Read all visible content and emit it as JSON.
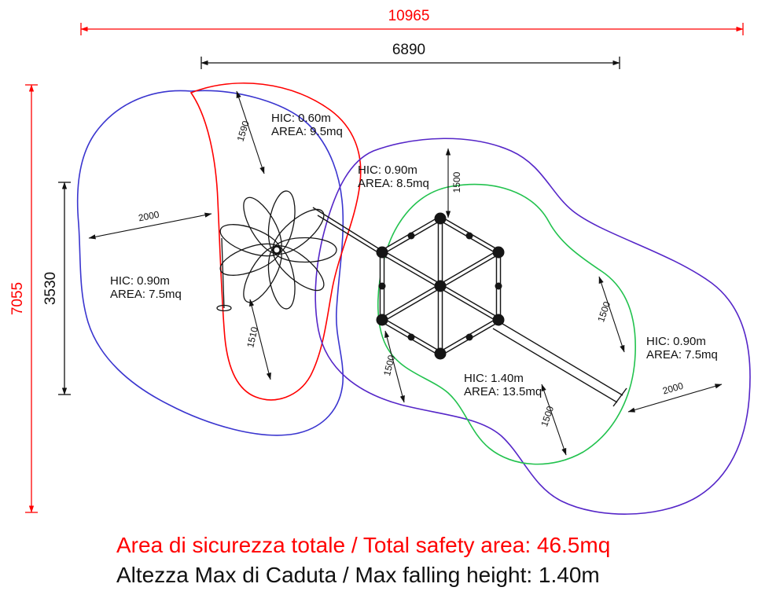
{
  "colors": {
    "red": "#ff0000",
    "blue": "#3a35cf",
    "purple": "#5526c8",
    "green": "#22c24e",
    "ink": "#111111"
  },
  "dimensions": {
    "overall_width": "10965",
    "inner_width": "6890",
    "overall_height": "7055",
    "left_height": "3530",
    "flower_left": "2000",
    "flower_top": "1590",
    "hex_top": "1500",
    "flower_bottom": "1510",
    "hex_bottom_left": "1500",
    "right_upper": "1500",
    "right_lower": "1500",
    "right_width": "2000"
  },
  "hic_labels": [
    {
      "hic": "HIC: 0.60m",
      "area": "AREA: 9.5mq"
    },
    {
      "hic": "HIC: 0.90m",
      "area": "AREA: 8.5mq"
    },
    {
      "hic": "HIC: 0.90m",
      "area": "AREA: 7.5mq"
    },
    {
      "hic": "HIC: 1.40m",
      "area": "AREA: 13.5mq"
    },
    {
      "hic": "HIC: 0.90m",
      "area": "AREA: 7.5mq"
    }
  ],
  "footer": {
    "total_area": "Area di sicurezza totale / Total safety area: 46.5mq",
    "max_height": "Altezza Max di Caduta / Max falling height: 1.40m"
  }
}
